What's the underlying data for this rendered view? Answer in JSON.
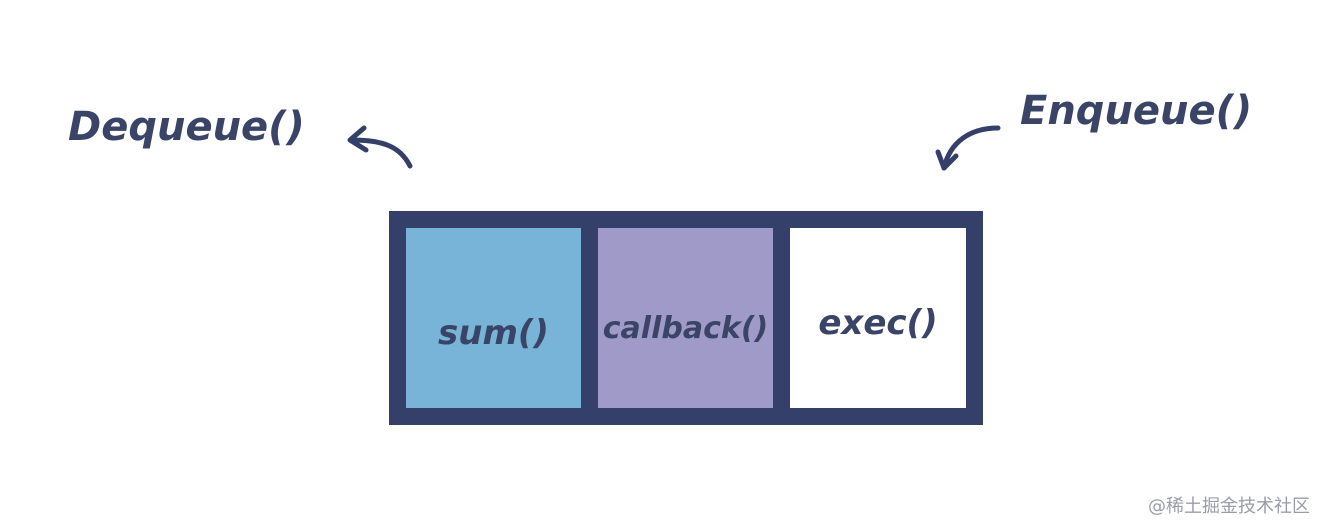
{
  "labels": {
    "dequeue": "Dequeue()",
    "enqueue": "Enqueue()"
  },
  "queue": {
    "slots": [
      {
        "text": "sum()"
      },
      {
        "text": "callback()"
      },
      {
        "text": "exec()"
      }
    ]
  },
  "watermark": "@稀土掘金技术社区",
  "colors": {
    "ink": "#35406a",
    "slot_blue": "#78b4d8",
    "slot_purple": "#a09ac8",
    "slot_white": "#ffffff"
  },
  "icons": {
    "dequeue_arrow": "curved-arrow-left-icon",
    "enqueue_arrow": "curved-arrow-down-left-icon"
  }
}
